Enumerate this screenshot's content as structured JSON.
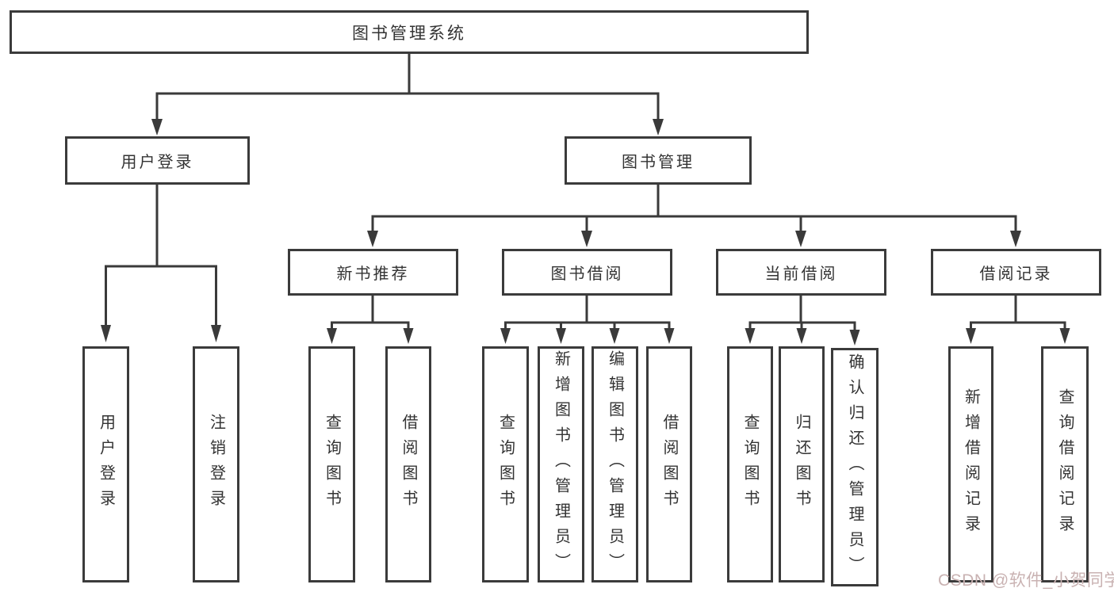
{
  "diagram": {
    "root": {
      "label": "图书管理系统"
    },
    "level2": [
      {
        "label": "用户登录",
        "children": [
          "用户登录",
          "注销登录"
        ]
      },
      {
        "label": "图书管理"
      }
    ],
    "modules": [
      {
        "label": "新书推荐",
        "children": [
          "查询图书",
          "借阅图书"
        ]
      },
      {
        "label": "图书借阅",
        "children": [
          "查询图书",
          "新增图书（管理员）",
          "编辑图书（管理员）",
          "借阅图书"
        ]
      },
      {
        "label": "当前借阅",
        "children": [
          "查询图书",
          "归还图书",
          "确认归还（管理员）"
        ]
      },
      {
        "label": "借阅记录",
        "children": [
          "新增借阅记录",
          "查询借阅记录"
        ]
      }
    ],
    "line_color": "#3a3a3a",
    "box_border_color": "#3b3b3b",
    "box_background": "#ffffff",
    "text_color": "#333333"
  },
  "watermark": {
    "text": "CSDN @软件_小贺同学",
    "color": "#c9b2b2"
  }
}
